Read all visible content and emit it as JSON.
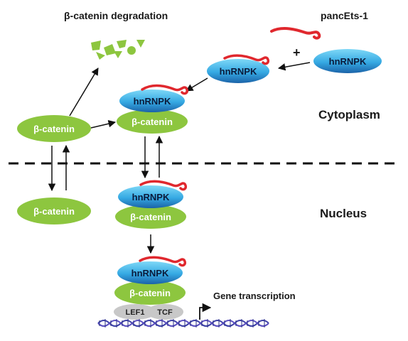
{
  "labels": {
    "degradation": "β-catenin degradation",
    "pancets": "pancEts-1",
    "plus": "+",
    "cytoplasm": "Cytoplasm",
    "nucleus": "Nucleus",
    "gene_transcription": "Gene transcription",
    "lef1": "LEF1",
    "tcf": "TCF"
  },
  "proteins": {
    "hnrnpk": "hnRNPK",
    "beta_catenin": "β-catenin"
  },
  "colors": {
    "beta_catenin": "#8dc63f",
    "hnrnpk_light": "#5cc8f0",
    "hnrnpk_dark": "#1b6fb3",
    "rna": "#e0282e",
    "dna": "#3b3fa6",
    "lef_tcf": "#c8c8c8"
  }
}
